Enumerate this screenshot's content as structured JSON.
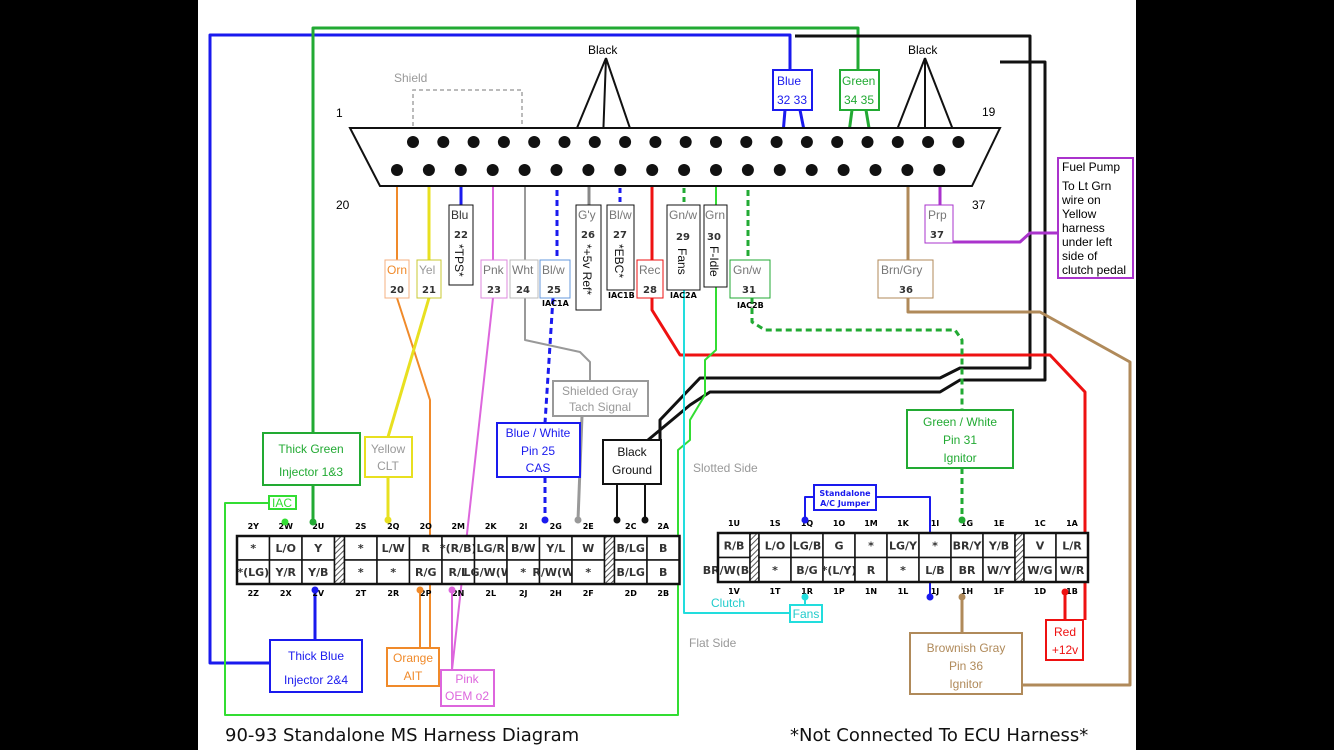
{
  "title": "90-93 Standalone MS Harness Diagram",
  "footnote": "*Not Connected To ECU Harness*",
  "connector": {
    "pin_top_first": "1",
    "pin_top_last": "19",
    "pin_bottom_first": "20",
    "pin_bottom_last": "37"
  },
  "top_labels": {
    "shield": "Shield",
    "black_left": "Black",
    "black_right": "Black",
    "blue": {
      "color": "Blue",
      "pins": "32 33"
    },
    "green": {
      "color": "Green",
      "pins": "34 35"
    }
  },
  "wires": {
    "p20": {
      "color": "Orn",
      "pin": "20"
    },
    "p21": {
      "color": "Yel",
      "pin": "21"
    },
    "p22": {
      "color": "Blu",
      "pin": "22",
      "note": "*TPS*"
    },
    "p23": {
      "color": "Pnk",
      "pin": "23"
    },
    "p24": {
      "color": "Wht",
      "pin": "24"
    },
    "p25": {
      "color": "Bl/w",
      "pin": "25",
      "sub": "IAC1A"
    },
    "p26": {
      "color": "G'y",
      "pin": "26",
      "note": "*+5v Ref*"
    },
    "p27": {
      "color": "Bl/w",
      "pin": "27",
      "note": "*EBC*",
      "sub": "IAC1B"
    },
    "p28": {
      "color": "Rec",
      "pin": "28"
    },
    "p29": {
      "color": "Gn/w",
      "pin": "29",
      "note": "Fans",
      "sub": "IAC2A"
    },
    "p30": {
      "color": "Grn",
      "pin": "30",
      "note": "F-Idle"
    },
    "p31": {
      "color": "Gn/w",
      "pin": "31",
      "sub": "IAC2B"
    },
    "p36": {
      "color": "Brn/Gry",
      "pin": "36"
    },
    "p37": {
      "color": "Prp",
      "pin": "37"
    }
  },
  "fuel_pump": {
    "title": "Fuel Pump",
    "lines": [
      "To Lt Grn",
      "wire on",
      "Yellow",
      "harness",
      "under left",
      "side of",
      "clutch pedal"
    ]
  },
  "callouts": {
    "thick_green": [
      "Thick Green",
      "Injector 1&3"
    ],
    "yellow_clt": [
      "Yellow",
      "CLT"
    ],
    "blue_white": [
      "Blue / White",
      "Pin 25",
      "CAS"
    ],
    "shielded_gray": [
      "Shielded Gray",
      "Tach Signal"
    ],
    "black_ground": [
      "Black",
      "Ground"
    ],
    "green_white": [
      "Green / White",
      "Pin 31",
      "Ignitor"
    ],
    "ac_jumper": [
      "Standalone",
      "A/C Jumper"
    ],
    "thick_blue": [
      "Thick Blue",
      "Injector 2&4"
    ],
    "orange_ait": [
      "Orange",
      "AIT"
    ],
    "pink_o2": [
      "Pink",
      "OEM o2"
    ],
    "brownish_gray": [
      "Brownish Gray",
      "Pin 36",
      "Ignitor"
    ],
    "red_12v": [
      "Red",
      "+12v"
    ],
    "iac": "IAC",
    "fans": "Fans"
  },
  "side_labels": {
    "slotted": "Slotted Side",
    "flat": "Flat Side",
    "clutch": "Clutch"
  },
  "colors": {
    "blue": "#1a1aee",
    "green": "#22aa33",
    "red": "#ee1111",
    "orange": "#f08a2a",
    "yellow": "#e8e020",
    "pink": "#dd66dd",
    "cyan": "#22dddd",
    "brown": "#b08a5a",
    "purple": "#aa33cc",
    "gray": "#999999",
    "black": "#111111"
  },
  "plug_2": {
    "columns": [
      {
        "top_label": "2Y",
        "top": "*",
        "bottom": "*(LG)",
        "bottom_label": "2Z"
      },
      {
        "top_label": "2W",
        "top": "L/O",
        "bottom": "Y/R",
        "bottom_label": "2X"
      },
      {
        "top_label": "2U",
        "top": "Y",
        "bottom": "Y/B",
        "bottom_label": "2V"
      },
      {
        "sep": true
      },
      {
        "top_label": "2S",
        "top": "*",
        "bottom": "*",
        "bottom_label": "2T"
      },
      {
        "top_label": "2Q",
        "top": "L/W",
        "bottom": "*",
        "bottom_label": "2R"
      },
      {
        "top_label": "2O",
        "top": "R",
        "bottom": "R/G",
        "bottom_label": "2P"
      },
      {
        "top_label": "2M",
        "top": "*(R/B)",
        "bottom": "R/L",
        "bottom_label": "2N"
      },
      {
        "top_label": "2K",
        "top": "LG/R",
        "bottom": "LG/W(W)",
        "bottom_label": "2L"
      },
      {
        "top_label": "2I",
        "top": "B/W",
        "bottom": "*",
        "bottom_label": "2J"
      },
      {
        "top_label": "2G",
        "top": "Y/L",
        "bottom": "R/W(W)",
        "bottom_label": "2H"
      },
      {
        "top_label": "2E",
        "top": "W",
        "bottom": "*",
        "bottom_label": "2F"
      },
      {
        "sep": true
      },
      {
        "top_label": "2C",
        "top": "B/LG",
        "bottom": "B/LG",
        "bottom_label": "2D"
      },
      {
        "top_label": "2A",
        "top": "B",
        "bottom": "B",
        "bottom_label": "2B"
      }
    ]
  },
  "plug_1": {
    "columns": [
      {
        "top_label": "1U",
        "top": "R/B",
        "bottom": "BR/W(B/L)",
        "bottom_label": "1V"
      },
      {
        "sep": true
      },
      {
        "top_label": "1S",
        "top": "L/O",
        "bottom": "*",
        "bottom_label": "1T"
      },
      {
        "top_label": "1Q",
        "top": "LG/B",
        "bottom": "B/G",
        "bottom_label": "1R"
      },
      {
        "top_label": "1O",
        "top": "G",
        "bottom": "*(L/Y)",
        "bottom_label": "1P"
      },
      {
        "top_label": "1M",
        "top": "*",
        "bottom": "R",
        "bottom_label": "1N"
      },
      {
        "top_label": "1K",
        "top": "LG/Y",
        "bottom": "*",
        "bottom_label": "1L"
      },
      {
        "top_label": "1I",
        "top": "*",
        "bottom": "L/B",
        "bottom_label": "1J"
      },
      {
        "top_label": "1G",
        "top": "BR/Y",
        "bottom": "BR",
        "bottom_label": "1H"
      },
      {
        "top_label": "1E",
        "top": "Y/B",
        "bottom": "W/Y",
        "bottom_label": "1F"
      },
      {
        "sep": true
      },
      {
        "top_label": "1C",
        "top": "V",
        "bottom": "W/G",
        "bottom_label": "1D"
      },
      {
        "top_label": "1A",
        "top": "L/R",
        "bottom": "W/R",
        "bottom_label": "1B"
      }
    ]
  }
}
